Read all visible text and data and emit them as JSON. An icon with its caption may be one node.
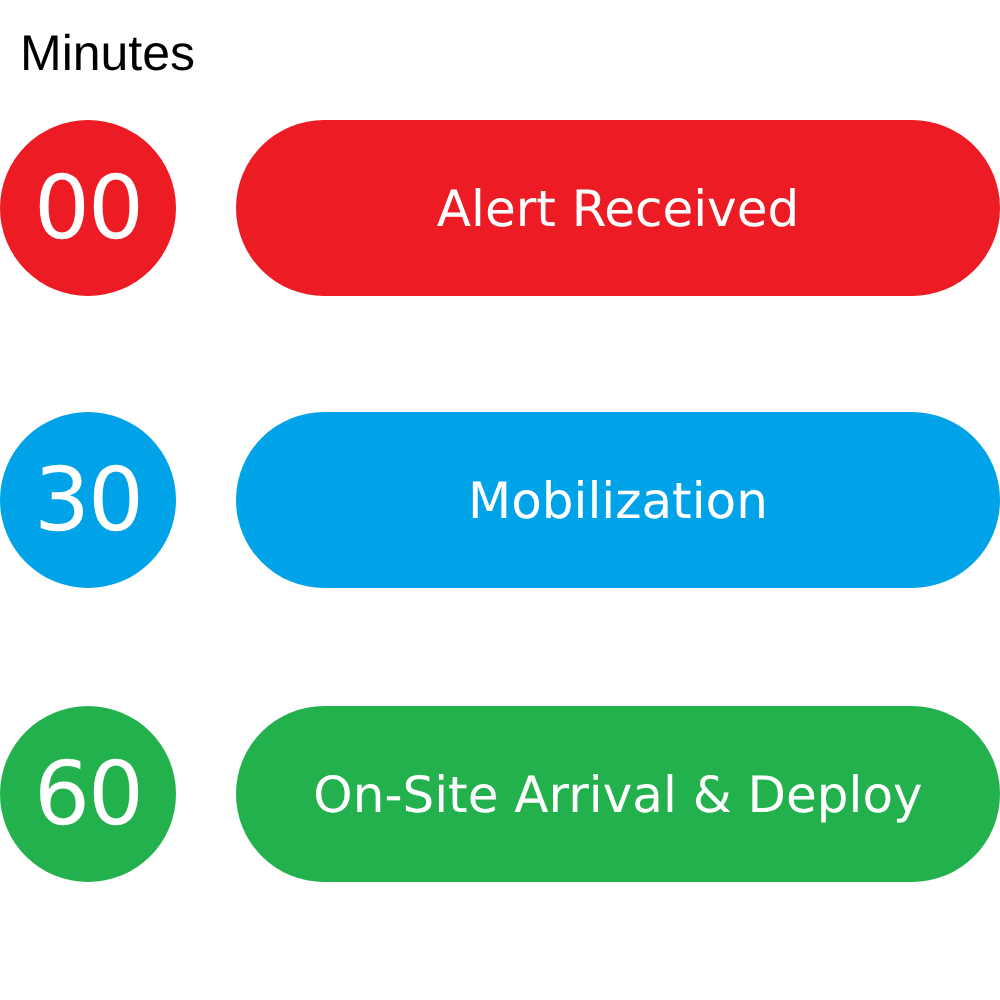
{
  "diagram": {
    "title": "Minutes",
    "nodes": [
      {
        "text": [
          "00"
        ]
      },
      {
        "text": [
          "Alert Received"
        ]
      },
      {
        "text": [
          "30"
        ]
      },
      {
        "text": [
          "Mobilization"
        ]
      },
      {
        "text": [
          "60"
        ]
      },
      {
        "text": [
          "On-Site Arrival & Deploy"
        ]
      }
    ]
  }
}
